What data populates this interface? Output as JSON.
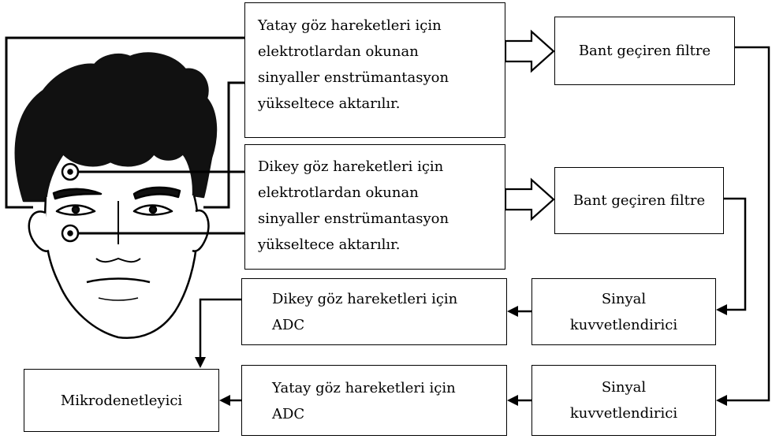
{
  "yatay_elektrot_box": {
    "lines": [
      "Yatay göz hareketleri için",
      "elektrotlardan okunan",
      "sinyaller enstrümantasyon",
      "yükseltece aktarılır."
    ]
  },
  "dikey_elektrot_box": {
    "lines": [
      "Dikey göz hareketleri için",
      "elektrotlardan okunan",
      "sinyaller enstrümantasyon",
      "yükseltece aktarılır."
    ]
  },
  "filtre_top": {
    "label": "Bant geçiren filtre"
  },
  "filtre_bottom": {
    "label": "Bant geçiren filtre"
  },
  "kuvvet_top": {
    "lines": [
      "Sinyal",
      "kuvvetlendirici"
    ]
  },
  "kuvvet_bottom": {
    "lines": [
      "Sinyal",
      "kuvvetlendirici"
    ]
  },
  "adc_dikey": {
    "lines": [
      "Dikey göz hareketleri için",
      "ADC"
    ]
  },
  "adc_yatay": {
    "lines": [
      "Yatay göz hareketleri için",
      "ADC"
    ]
  },
  "mikro": {
    "label": "Mikrodenetleyici"
  },
  "face_image": {
    "icon": "face-with-electrodes-icon"
  }
}
